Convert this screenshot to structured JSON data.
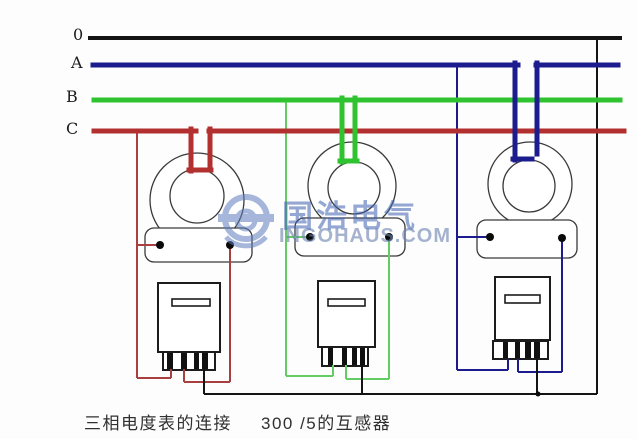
{
  "diagram": {
    "bus_labels": {
      "neutral": "0",
      "phase_a": "A",
      "phase_b": "B",
      "phase_c": "C"
    },
    "captions": {
      "meters": "三相电度表的连接",
      "transformers": "300 /5的互感器"
    },
    "watermark": {
      "name_cn": "国浩电气",
      "domain": "INGOHAUS.COM"
    },
    "colors": {
      "neutral_wire": "#141414",
      "phase_a_wire": "#1c1c8e",
      "phase_b_wire": "#2fc42f",
      "phase_c_wire": "#b23030",
      "phase_b_thin": "#63cc63",
      "phase_c_thin": "#a84040",
      "watermark_blue": "#5f7dbe",
      "outline": "#3a3a3a"
    },
    "components": {
      "current_transformers": [
        "ct-phase-c",
        "ct-phase-b",
        "ct-phase-a"
      ],
      "meters": [
        "meter-1",
        "meter-2",
        "meter-3"
      ]
    }
  }
}
